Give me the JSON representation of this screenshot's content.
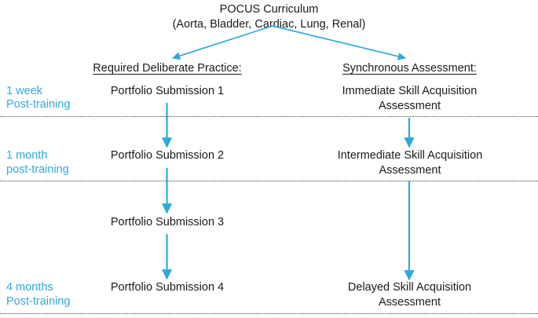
{
  "figure": {
    "title_line1": "POCUS Curriculum",
    "title_line2": "(Aorta, Bladder, Cardiac, Lung, Renal)",
    "accent_color": "#2fa8dd",
    "text_color": "#1a1a1a",
    "divider_color": "#3a3a3a",
    "background": "#ffffff"
  },
  "columns": {
    "left": {
      "heading": "Required Deliberate Practice:",
      "items": [
        "Portfolio Submission 1",
        "Portfolio Submission 2",
        "Portfolio Submission 3",
        "Portfolio Submission 4"
      ]
    },
    "right": {
      "heading": "Synchronous Assessment:",
      "items": [
        "Immediate Skill Acquisition Assessment",
        "Intermediate Skill Acquisition Assessment",
        "Delayed Skill Acquisition Assessment"
      ]
    }
  },
  "timeline": {
    "labels": [
      {
        "line1": "1 week",
        "line2": "Post-training"
      },
      {
        "line1": "1 month",
        "line2": "post-training"
      },
      {
        "line1": "4 months",
        "line2": "Post-training"
      }
    ]
  }
}
